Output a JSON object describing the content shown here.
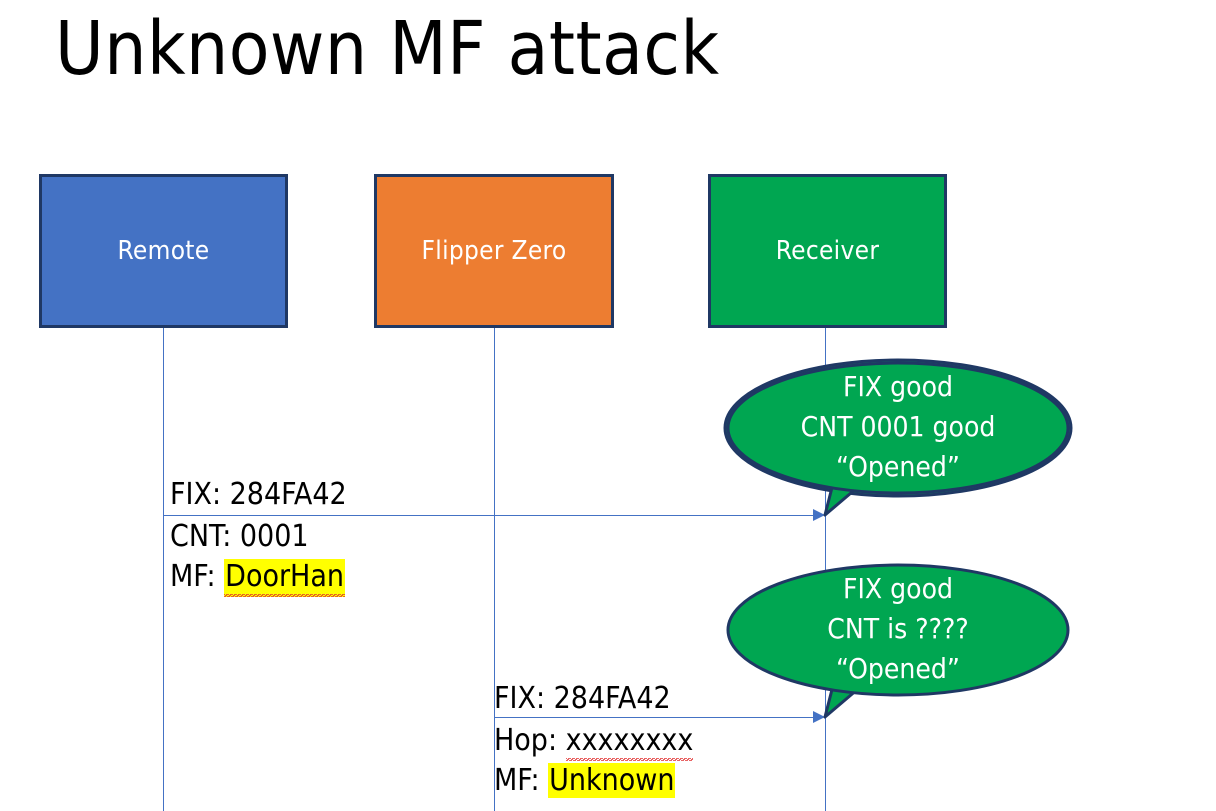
{
  "slide": {
    "title": "Unknown MF attack",
    "background": "#FFFFFF"
  },
  "colors": {
    "remote_fill": "#4472C4",
    "flipper_fill": "#ED7D31",
    "receiver_fill": "#00A651",
    "box_border": "#1F3864",
    "lifeline": "#4472C4",
    "arrow": "#4472C4",
    "highlight": "#FFFF00",
    "spellcheck_underline": "#E03030",
    "bubble_fill": "#00A651",
    "bubble_border": "#1F3864",
    "bubble_text": "#FFFFFF",
    "body_text": "#000000"
  },
  "actors": [
    {
      "id": "remote",
      "label": "Remote"
    },
    {
      "id": "flipper",
      "label": "Flipper Zero"
    },
    {
      "id": "receiver",
      "label": "Receiver"
    }
  ],
  "messages": [
    {
      "id": "msg-1",
      "from": "remote",
      "to": "receiver",
      "lines_above": [
        "FIX: 284FA42"
      ],
      "lines_below": [
        "CNT: 0001",
        "MF: DoorHan"
      ],
      "label_a": "FIX: 284FA42",
      "label_b_line1": "CNT: 0001",
      "label_b_line2_prefix": "MF: ",
      "label_b_line2_value": "DoorHan",
      "label_b_line2_highlighted": true,
      "label_b_line2_spellchecked": true
    },
    {
      "id": "msg-2",
      "from": "flipper",
      "to": "receiver",
      "lines_above": [
        "FIX: 284FA42"
      ],
      "lines_below": [
        "Hop: xxxxxxxx",
        "MF: Unknown"
      ],
      "label_c": "FIX: 284FA42",
      "label_d_line1_prefix": "Hop: ",
      "label_d_line1_value": "xxxxxxxx",
      "label_d_line1_spellchecked": true,
      "label_d_line2_prefix": "MF: ",
      "label_d_line2_value": "Unknown",
      "label_d_line2_highlighted": true
    }
  ],
  "bubbles": [
    {
      "id": "bubble-1",
      "attached_to": "msg-1",
      "line1": "FIX good",
      "line2": "CNT 0001 good",
      "line3": "“Opened”"
    },
    {
      "id": "bubble-2",
      "attached_to": "msg-2",
      "line1": "FIX good",
      "line2": "CNT is ????",
      "line3": "“Opened”"
    }
  ]
}
